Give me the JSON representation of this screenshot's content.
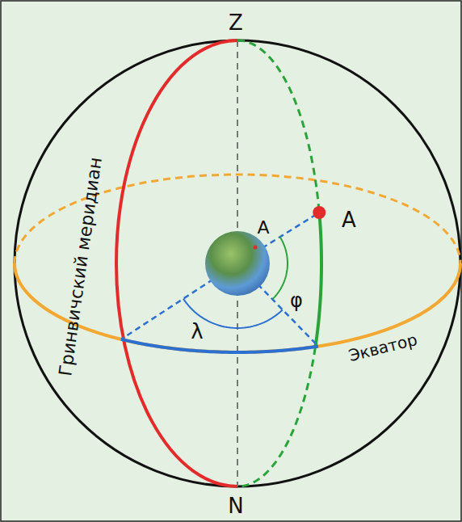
{
  "diagram": {
    "labels": [
      "Z",
      "N",
      "A",
      "A",
      "φ",
      "λ",
      "Гринвичский меридиан",
      "Экватор"
    ]
  }
}
